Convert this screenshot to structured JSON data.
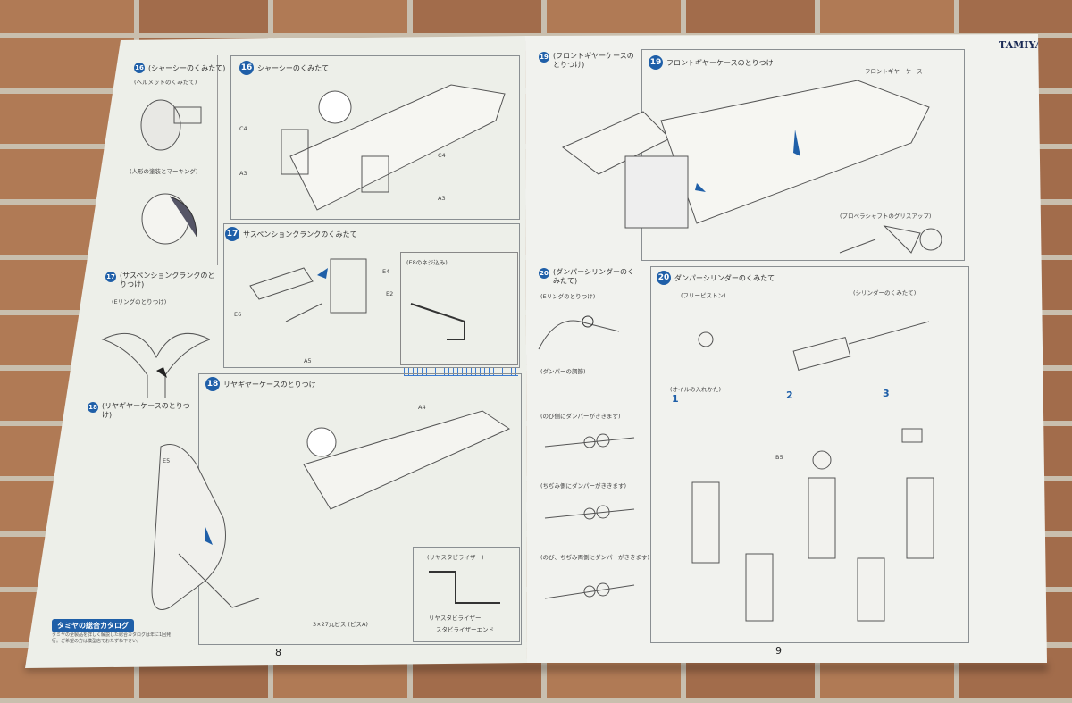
{
  "left_page": {
    "page_number": "8",
    "side_column": {
      "step16_title": "(シャーシーのくみたて)",
      "step16_sub": "(ヘルメットのくみたて)",
      "figure_painting": "(人形の塗装とマーキング)",
      "step17_title": "(サスペンションクランクのとりつけ)",
      "step17_sub": "(Eリングのとりつけ)",
      "step18_title": "(リヤギヤーケースのとりつけ)"
    },
    "step16": {
      "number": "16",
      "title": "シャーシーのくみたて",
      "labels": [
        "C4",
        "A3",
        "C4",
        "A3"
      ]
    },
    "step17": {
      "number": "17",
      "title": "サスペンションクランクのくみたて",
      "labels": [
        "E4",
        "E2",
        "E6",
        "A5"
      ],
      "inset_title": "(E8のネジ込み)"
    },
    "step18": {
      "number": "18",
      "title": "リヤギヤーケースのとりつけ",
      "labels": [
        "A4",
        "E5"
      ],
      "inset_title": "(リヤスタビライザー)",
      "parts": [
        "リヤスタビライザー",
        "スタビライザーエンド",
        "3×27丸ビス (ビスA)"
      ]
    },
    "catalog": {
      "title": "タミヤの総合カタログ",
      "text": "タミヤの全製品を詳しく解説した総合カタログは年に1回発行。ご希望の方は模型店でおたずね下さい。"
    }
  },
  "right_page": {
    "brand": "TAMIYA",
    "page_number": "9",
    "step19_side": {
      "number": "19",
      "title": "(フロントギヤーケースのとりつけ)"
    },
    "step19": {
      "number": "19",
      "title": "フロントギヤーケースのとりつけ",
      "inset_title": "(プロペラシャフトのグリスアップ)",
      "part_label": "フロントギヤーケース"
    },
    "step20_side": {
      "number": "20",
      "title": "(ダンパーシリンダーのくみたて)",
      "sub": "(Eリングのとりつけ)",
      "adjust": "(ダンパーの調節)",
      "ext": "(のび側にダンパーがききます)",
      "comp": "(ちぢみ側にダンパーがききます)",
      "both": "(のび、ちぢみ両側にダンパーがききます)"
    },
    "step20": {
      "number": "20",
      "title": "ダンパーシリンダーのくみたて",
      "free_piston": "(フリーピストン)",
      "cylinder": "(シリンダーのくみたて)",
      "oil": "(オイルの入れかた)",
      "labels": [
        "B5"
      ],
      "steps": [
        "1",
        "2",
        "3"
      ]
    }
  }
}
